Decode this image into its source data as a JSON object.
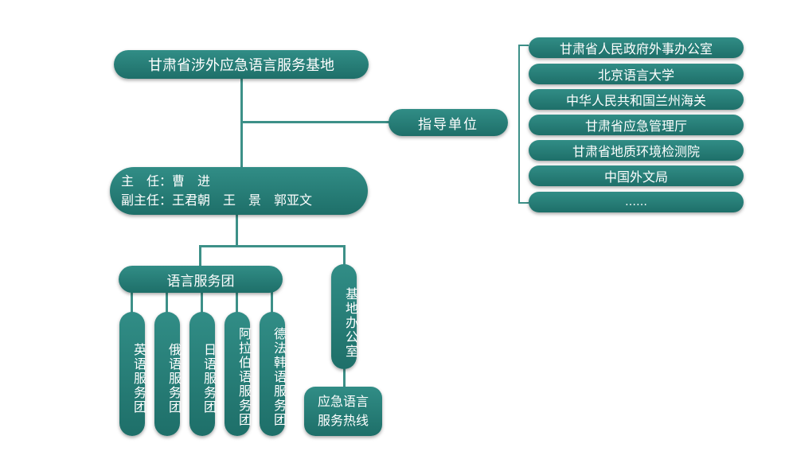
{
  "colors": {
    "node_fill": "#2a8079",
    "line": "#3d9088",
    "text": "#ffffff"
  },
  "base": {
    "title": "甘肃省涉外应急语言服务基地"
  },
  "guidance": {
    "label": "指导单位",
    "units": [
      "甘肃省人民政府外事办公室",
      "北京语言大学",
      "中华人民共和国兰州海关",
      "甘肃省应急管理厅",
      "甘肃省地质环境检测院",
      "中国外文局",
      "……"
    ]
  },
  "leadership": {
    "director_label": "主　任：",
    "director": "曹　进",
    "deputy_label": "副主任：",
    "deputies": "王君朝　王　景　郭亚文"
  },
  "service_corps": {
    "label": "语言服务团",
    "teams": [
      "英语服务团",
      "俄语服务团",
      "日语服务团",
      "阿拉伯语服务团",
      "德法韩语服务团"
    ]
  },
  "office": {
    "label": "基地办公室",
    "hotline": [
      "应急语言",
      "服务热线"
    ]
  }
}
